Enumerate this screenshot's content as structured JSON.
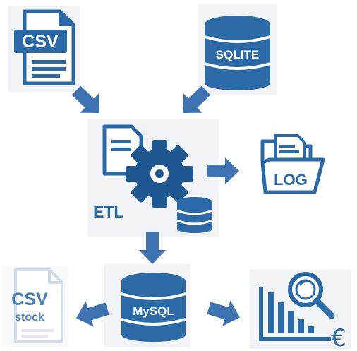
{
  "colors": {
    "primary": "#2b6aa6",
    "primary_dark": "#1f5790",
    "arrow": "#3f72b0",
    "light_panel": "#f1f3f6",
    "faded": "#8fb1d6"
  },
  "nodes": {
    "csv_source": {
      "label": "CSV",
      "icon": "file-icon"
    },
    "sqlite_source": {
      "label": "SQLITE",
      "icon": "database-icon"
    },
    "etl": {
      "label": "ETL",
      "icon": "gear-icon"
    },
    "log": {
      "label": "LOG",
      "icon": "folder-icon"
    },
    "mysql": {
      "label": "MySQL",
      "icon": "database-icon"
    },
    "csv_stock": {
      "label": "CSV",
      "sublabel": "stock",
      "icon": "file-icon"
    },
    "report": {
      "label": "€",
      "icon": "analytics-icon"
    }
  }
}
